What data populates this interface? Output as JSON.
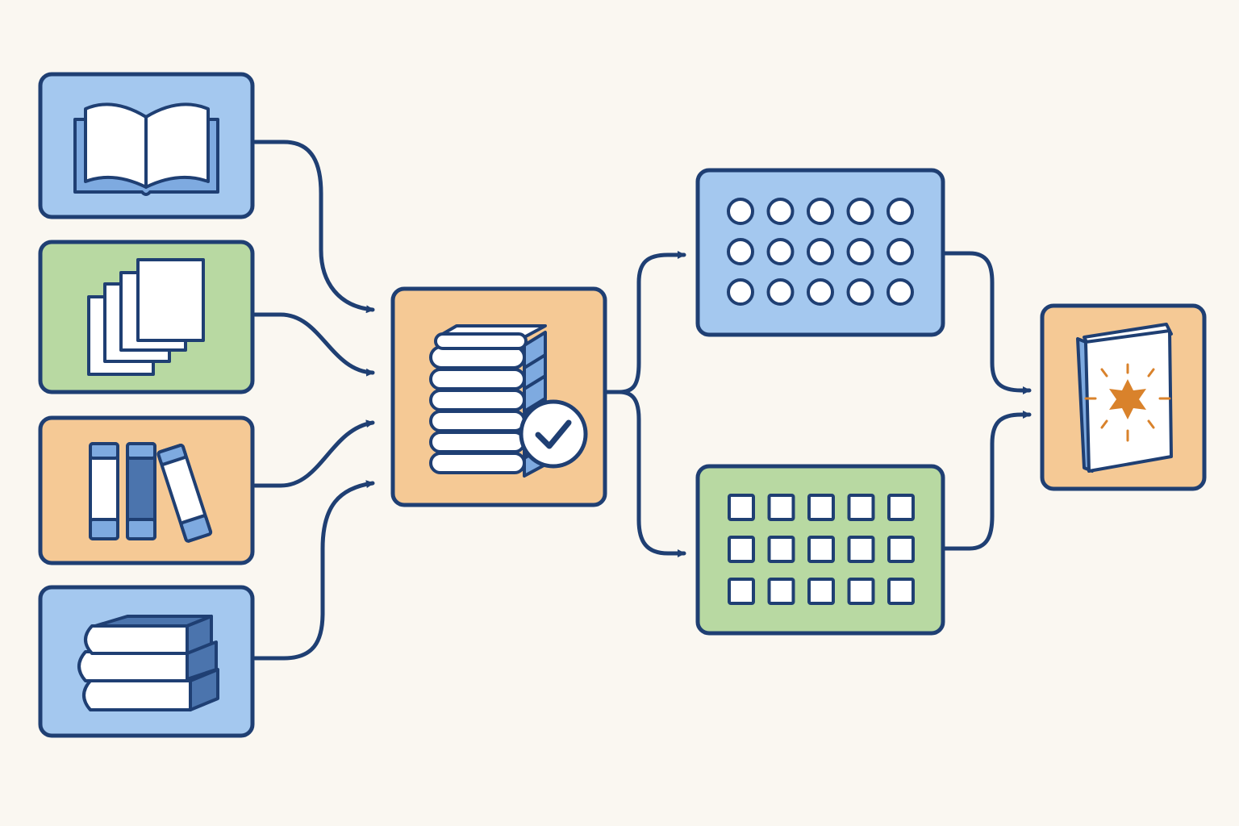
{
  "colors": {
    "background": "#faf7f1",
    "stroke": "#1f3f73",
    "blue_fill": "#a4c8ef",
    "green_fill": "#b8d9a2",
    "orange_fill": "#f5c995",
    "dark_blue": "#4b74ad",
    "mid_blue": "#7eaae0",
    "white": "#ffffff",
    "accent_orange": "#d9822b"
  },
  "nodes": [
    {
      "id": "source-1",
      "fill": "blue",
      "icon": "open-book-icon"
    },
    {
      "id": "source-2",
      "fill": "green",
      "icon": "paper-stack-icon"
    },
    {
      "id": "source-3",
      "fill": "orange",
      "icon": "book-spines-icon"
    },
    {
      "id": "source-4",
      "fill": "blue",
      "icon": "book-stack-icon"
    },
    {
      "id": "combined",
      "fill": "orange",
      "icon": "verified-book-stack-icon"
    },
    {
      "id": "upper-branch",
      "fill": "blue",
      "icon": "circle-grid-icon",
      "grid": {
        "rows": 3,
        "cols": 5
      }
    },
    {
      "id": "lower-branch",
      "fill": "green",
      "icon": "square-grid-icon",
      "grid": {
        "rows": 3,
        "cols": 5
      }
    },
    {
      "id": "result",
      "fill": "orange",
      "icon": "star-book-icon"
    }
  ],
  "edges": [
    {
      "from": "source-1",
      "to": "combined"
    },
    {
      "from": "source-2",
      "to": "combined"
    },
    {
      "from": "source-3",
      "to": "combined"
    },
    {
      "from": "source-4",
      "to": "combined"
    },
    {
      "from": "combined",
      "to": "upper-branch"
    },
    {
      "from": "combined",
      "to": "lower-branch"
    },
    {
      "from": "upper-branch",
      "to": "result"
    },
    {
      "from": "lower-branch",
      "to": "result"
    }
  ]
}
